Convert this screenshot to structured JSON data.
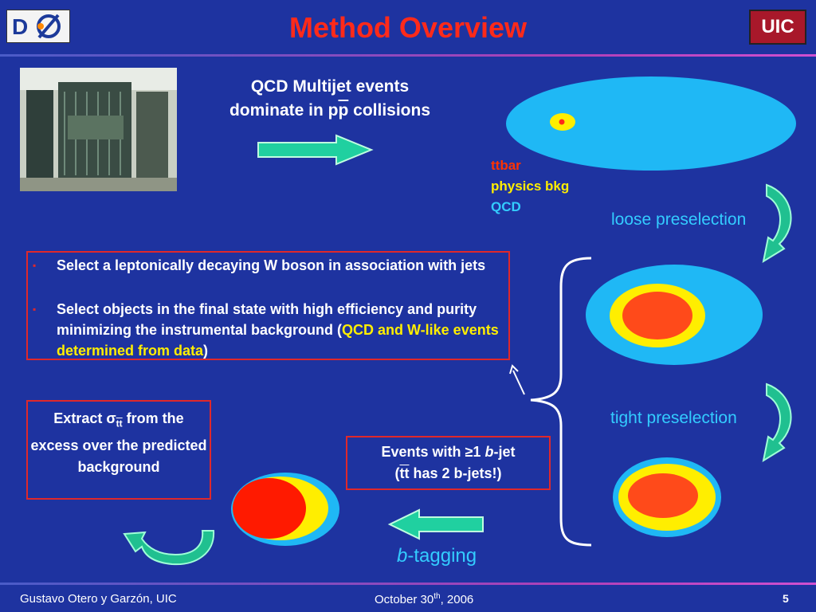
{
  "slide": {
    "title": "Method Overview",
    "uic_logo_text": "UIC",
    "colors": {
      "background": "#1e33a0",
      "title": "#ff2a1a",
      "box_border": "#e0282a",
      "qcd": "#33ccff",
      "physics_bkg": "#ffee00",
      "ttbar": "#ff3300",
      "arrow": "#20d0a0"
    }
  },
  "headline": {
    "line1": "QCD Multijet events",
    "line2_a": "dominate in p",
    "line2_b": "p",
    "line2_c": " collisions"
  },
  "legend": {
    "ttbar": "ttbar",
    "physics_bkg": "physics bkg",
    "qcd": "QCD"
  },
  "steps": {
    "loose": "loose preselection",
    "tight": "tight preselection",
    "btag_a": "b",
    "btag_b": "-tagging"
  },
  "box_selection": {
    "item1": "Select a leptonically decaying W boson in association with jets",
    "item2_a": "Select objects in the final state with high efficiency and purity minimizing the instrumental background (",
    "item2_hl": "QCD and W-like events determined from data",
    "item2_c": ")"
  },
  "box_extract": {
    "a": "Extract ",
    "sigma": "σ",
    "sub": "tt",
    "b": " from the excess over the predicted background"
  },
  "box_events": {
    "a": "Events with ≥1 ",
    "b_ital": "b",
    "c": "-jet",
    "d": "(",
    "tt": "tt",
    "e": " has 2 b-jets!)"
  },
  "footer": {
    "author": "Gustavo Otero y Garzón, UIC",
    "date_a": "October 30",
    "date_sup": "th",
    "date_b": ", 2006",
    "page": "5"
  },
  "icons": [
    "d0-logo",
    "uic-logo",
    "detector-photo",
    "arrow-right-icon",
    "arrow-left-icon",
    "curved-arrow-icon"
  ]
}
